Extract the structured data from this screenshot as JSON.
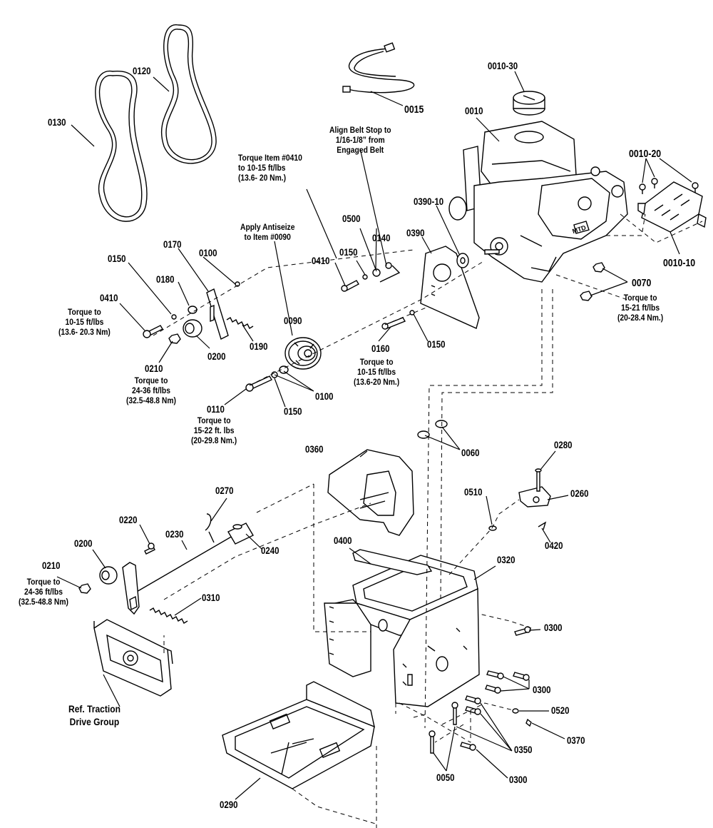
{
  "parts": [
    {
      "id": "p0130",
      "text": "0130"
    },
    {
      "id": "p0120",
      "text": "0120"
    },
    {
      "id": "p0015",
      "text": "0015"
    },
    {
      "id": "p0010_30",
      "text": "0010-30"
    },
    {
      "id": "p0010",
      "text": "0010"
    },
    {
      "id": "p0010_20",
      "text": "0010-20"
    },
    {
      "id": "p0010_10",
      "text": "0010-10"
    },
    {
      "id": "p0070",
      "text": "0070"
    },
    {
      "id": "p0390_10",
      "text": "0390-10"
    },
    {
      "id": "p0390",
      "text": "0390"
    },
    {
      "id": "p0140",
      "text": "0140"
    },
    {
      "id": "p0500",
      "text": "0500"
    },
    {
      "id": "p0150a",
      "text": "0150"
    },
    {
      "id": "p0410a",
      "text": "0410"
    },
    {
      "id": "p0150b",
      "text": "0150"
    },
    {
      "id": "p0170",
      "text": "0170"
    },
    {
      "id": "p0100a",
      "text": "0100"
    },
    {
      "id": "p0180",
      "text": "0180"
    },
    {
      "id": "p0410b",
      "text": "0410"
    },
    {
      "id": "p0090",
      "text": "0090"
    },
    {
      "id": "p0200a",
      "text": "0200"
    },
    {
      "id": "p0190",
      "text": "0190"
    },
    {
      "id": "p0210a",
      "text": "0210"
    },
    {
      "id": "p0160",
      "text": "0160"
    },
    {
      "id": "p0150c",
      "text": "0150"
    },
    {
      "id": "p0100b",
      "text": "0100"
    },
    {
      "id": "p0150d",
      "text": "0150"
    },
    {
      "id": "p0110",
      "text": "0110"
    },
    {
      "id": "p0060",
      "text": "0060"
    },
    {
      "id": "p0360",
      "text": "0360"
    },
    {
      "id": "p0280",
      "text": "0280"
    },
    {
      "id": "p0260",
      "text": "0260"
    },
    {
      "id": "p0510",
      "text": "0510"
    },
    {
      "id": "p0420",
      "text": "0420"
    },
    {
      "id": "p0270",
      "text": "0270"
    },
    {
      "id": "p0220",
      "text": "0220"
    },
    {
      "id": "p0230",
      "text": "0230"
    },
    {
      "id": "p0240",
      "text": "0240"
    },
    {
      "id": "p0200b",
      "text": "0200"
    },
    {
      "id": "p0400",
      "text": "0400"
    },
    {
      "id": "p0320",
      "text": "0320"
    },
    {
      "id": "p0210b",
      "text": "0210"
    },
    {
      "id": "p0310",
      "text": "0310"
    },
    {
      "id": "p0300a",
      "text": "0300"
    },
    {
      "id": "p0300b",
      "text": "0300"
    },
    {
      "id": "p0520",
      "text": "0520"
    },
    {
      "id": "p0370",
      "text": "0370"
    },
    {
      "id": "p0350",
      "text": "0350"
    },
    {
      "id": "p0050",
      "text": "0050"
    },
    {
      "id": "p0300c",
      "text": "0300"
    },
    {
      "id": "p0290",
      "text": "0290"
    }
  ],
  "notes": {
    "belt_stop": "Align Belt Stop to\n1/16-1/8” from\nEngaged Belt",
    "torque_0410_top": "Torque Item #0410\nto 10-15 ft/lbs\n(13.6- 20 Nm.)",
    "antiseize": "Apply Antiseize\nto Item #0090",
    "torque_0410_left": "Torque to\n10-15 ft/lbs\n(13.6- 20.3 Nm)",
    "torque_0210_mid": "Torque to\n24-36 ft/lbs\n(32.5-48.8 Nm)",
    "torque_0160": "Torque to\n10-15 ft/lbs\n(13.6-20 Nm.)",
    "torque_0110": "Torque to\n15-22 ft. lbs\n(20-29.8 Nm.)",
    "torque_0070": "Torque to\n15-21 ft/lbs\n(20-28.4 Nm.)",
    "torque_0210_low": "Torque to\n24-36 ft/lbs\n(32.5-48.8 Nm)",
    "ref_traction": "Ref. Traction\nDrive Group"
  },
  "engine_badge": "MTD"
}
